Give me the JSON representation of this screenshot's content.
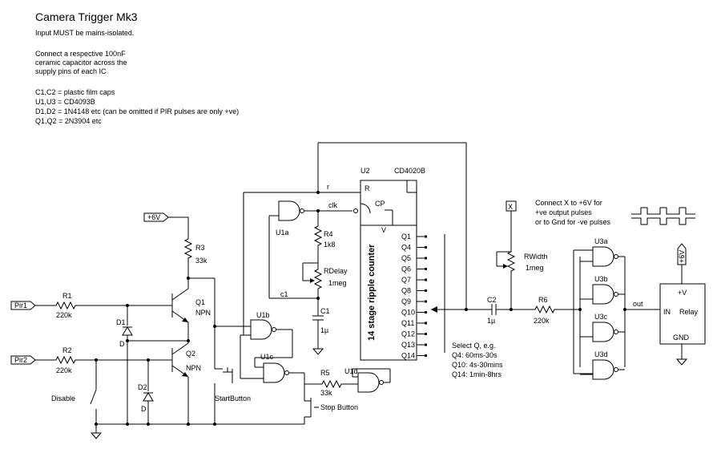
{
  "title": "Camera Trigger Mk3",
  "notes": {
    "isolation": "Input MUST be mains-isolated.",
    "cap_1": "Connect a respective 100nF",
    "cap_2": "ceramic capacitor across the",
    "cap_3": "supply pins of each IC",
    "parts_1": "C1,C2 = plastic film caps",
    "parts_2": "U1,U3 = CD4093B",
    "parts_3": "D1,D2 = 1N4148 etc (can be omitted if PIR pulses are only +ve)",
    "parts_4": "Q1,Q2 = 2N3904 etc"
  },
  "inputs": {
    "pir1": "Pir1",
    "pir2": "Pir2",
    "supply": "+6V",
    "supply_right": "+6V"
  },
  "resistors": {
    "r1": "R1",
    "r1_val": "220k",
    "r2": "R2",
    "r2_val": "220k",
    "r3": "R3",
    "r3_val": "33k",
    "r4": "R4",
    "r4_val": "1k8",
    "r5": "R5",
    "r5_val": "33k",
    "r6": "R6",
    "r6_val": "220k",
    "rdelay": "RDelay",
    "rdelay_val": "1meg",
    "rwidth": "RWidth",
    "rwidth_val": "1meg"
  },
  "transistors": {
    "q1": "Q1",
    "q1_type": "NPN",
    "q2": "Q2",
    "q2_type": "NPN"
  },
  "diodes": {
    "d1": "D1",
    "d1_k": "D",
    "d2": "D2",
    "d2_k": "D"
  },
  "capacitors": {
    "c1": "C1",
    "c1_val": "1µ",
    "c2": "C2",
    "c2_val": "1µ",
    "c1_net": "c1"
  },
  "gates": {
    "u1a": "U1a",
    "u1b": "U1b",
    "u1c": "U1c",
    "u1d": "U1d",
    "u3a": "U3a",
    "u3b": "U3b",
    "u3c": "U3c",
    "u3d": "U3d"
  },
  "counter": {
    "ref": "U2",
    "part": "CD4020B",
    "name": "14 stage ripple counter",
    "r_pin": "R",
    "cp_pin": "CP",
    "outputs": [
      "Q1",
      "Q4",
      "Q5",
      "Q6",
      "Q7",
      "Q8",
      "Q9",
      "Q10",
      "Q11",
      "Q12",
      "Q13",
      "Q14"
    ]
  },
  "nets": {
    "r": "r",
    "clk": "clk",
    "out": "out",
    "x": "X"
  },
  "switches": {
    "disable": "Disable",
    "start": "StartButton",
    "stop": "Stop Button"
  },
  "select": {
    "line1": "Select Q, e.g.",
    "line2": "Q4: 60ms-30s",
    "line3": "Q10: 4s-30mins",
    "line4": "Q14: 1min-8hrs"
  },
  "connect": {
    "line1": "Connect X to +6V for",
    "line2": "+ve output pulses",
    "line3": "or to Gnd for -ve pulses"
  },
  "relay": {
    "vplus": "+V",
    "in": "IN",
    "name": "Relay",
    "gnd": "GND"
  }
}
